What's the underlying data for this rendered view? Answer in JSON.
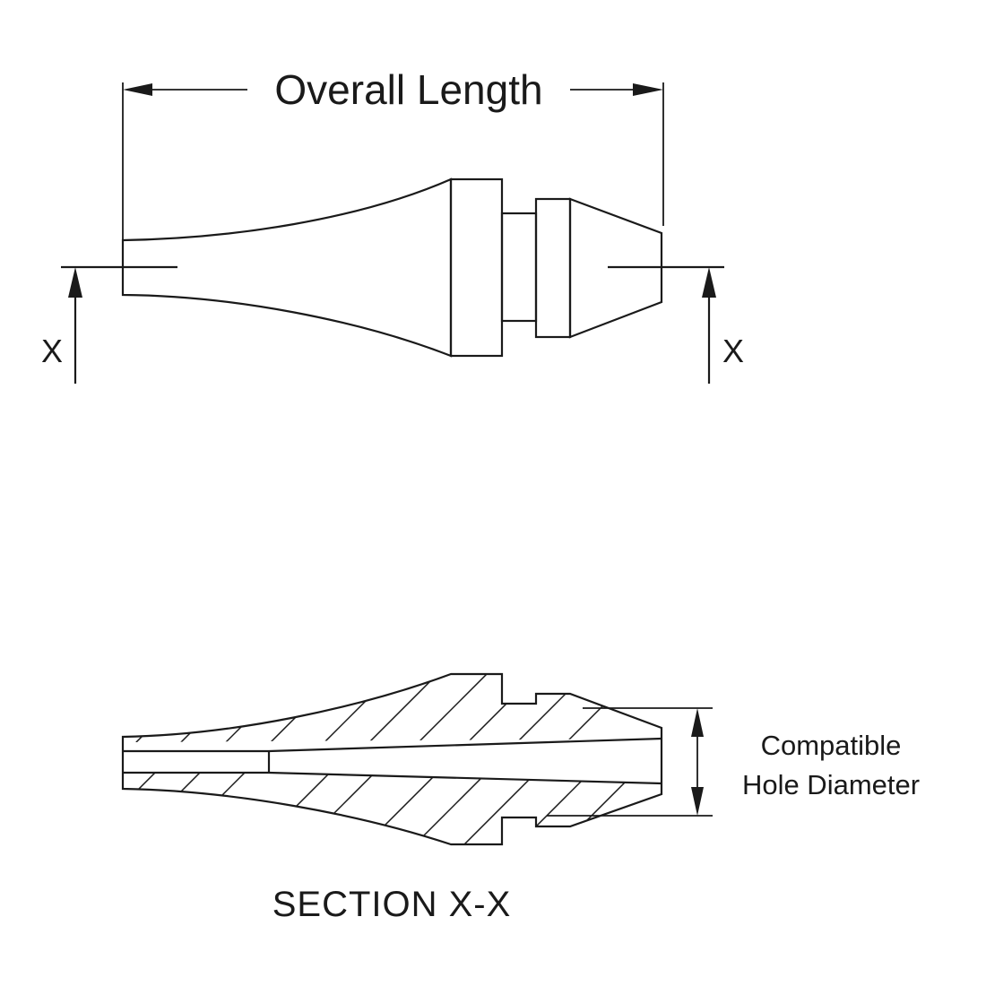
{
  "overall_length_label": "Overall Length",
  "section_marker_left": "X",
  "section_marker_right": "X",
  "hole_diameter_label_line1": "Compatible",
  "hole_diameter_label_line2": "Hole Diameter",
  "section_title": "SECTION X-X"
}
